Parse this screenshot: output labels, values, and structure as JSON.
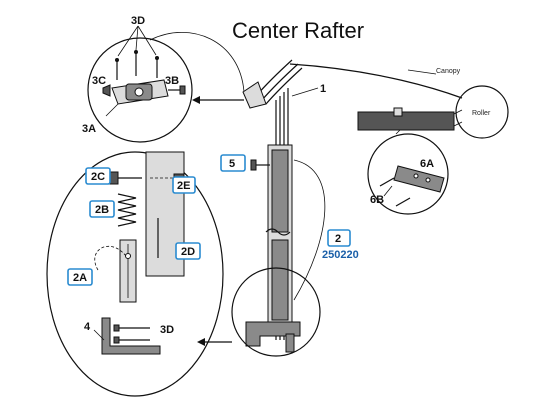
{
  "title": "Center Rafter",
  "labels": {
    "part_1": "1",
    "part_3d_top": "3D",
    "part_3c": "3C",
    "part_3b": "3B",
    "part_3a": "3A",
    "part_5": "5",
    "part_2": "2",
    "part_2_number": "250220",
    "part_2c": "2C",
    "part_2e": "2E",
    "part_2b": "2B",
    "part_2d": "2D",
    "part_2a": "2A",
    "part_4": "4",
    "part_3d_bottom": "3D",
    "part_6a": "6A",
    "part_6b": "6B",
    "canopy": "Canopy",
    "roller": "Roller"
  },
  "colors": {
    "label_box_border": "#2a8bd0",
    "number_text": "#1a5fa8"
  }
}
